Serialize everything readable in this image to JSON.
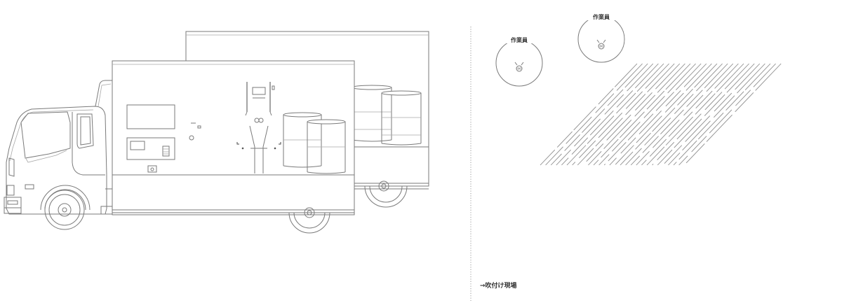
{
  "workers": [
    {
      "label": "作業員"
    },
    {
      "label": "作業員"
    }
  ],
  "caption": "→吹付け現場"
}
